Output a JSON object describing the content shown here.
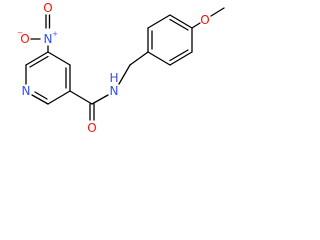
{
  "molecule": {
    "atoms": {
      "nitro_o_top": "O",
      "nitro_o_minus": "O",
      "nitro_o_minus_charge": "−",
      "nitro_n": "N",
      "nitro_n_charge": "+",
      "pyridine_n": "N",
      "amide_n": "N",
      "amide_h": "H",
      "carbonyl_o": "O",
      "methoxy_o": "O"
    },
    "colors": {
      "oxygen": "#ff0d0d",
      "nitrogen": "#3050f8",
      "bond": "#000000"
    }
  }
}
